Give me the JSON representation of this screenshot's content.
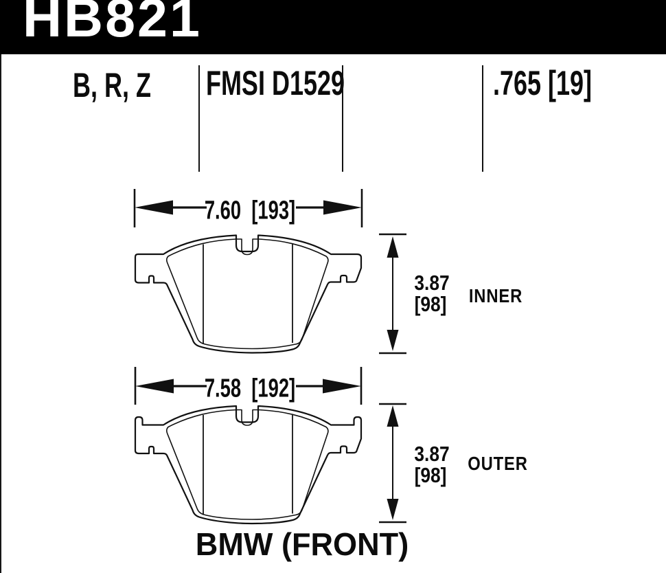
{
  "header": {
    "part_number": "HB821"
  },
  "specs": {
    "compounds": "B, R, Z",
    "fmsi": "FMSI D1529",
    "pad_thickness": ".765 [19]"
  },
  "inner_pad": {
    "width_label": "7.60  [193]",
    "height_value": "3.87",
    "height_mm": "[98]",
    "position_label": "INNER"
  },
  "outer_pad": {
    "width_label": "7.58  [192]",
    "height_value": "3.87",
    "height_mm": "[98]",
    "position_label": "OUTER"
  },
  "footer": {
    "application": "BMW (FRONT)"
  },
  "colors": {
    "header_bg": "#000000",
    "header_text": "#ffffff",
    "line_color": "#111111",
    "background": "#ffffff"
  }
}
